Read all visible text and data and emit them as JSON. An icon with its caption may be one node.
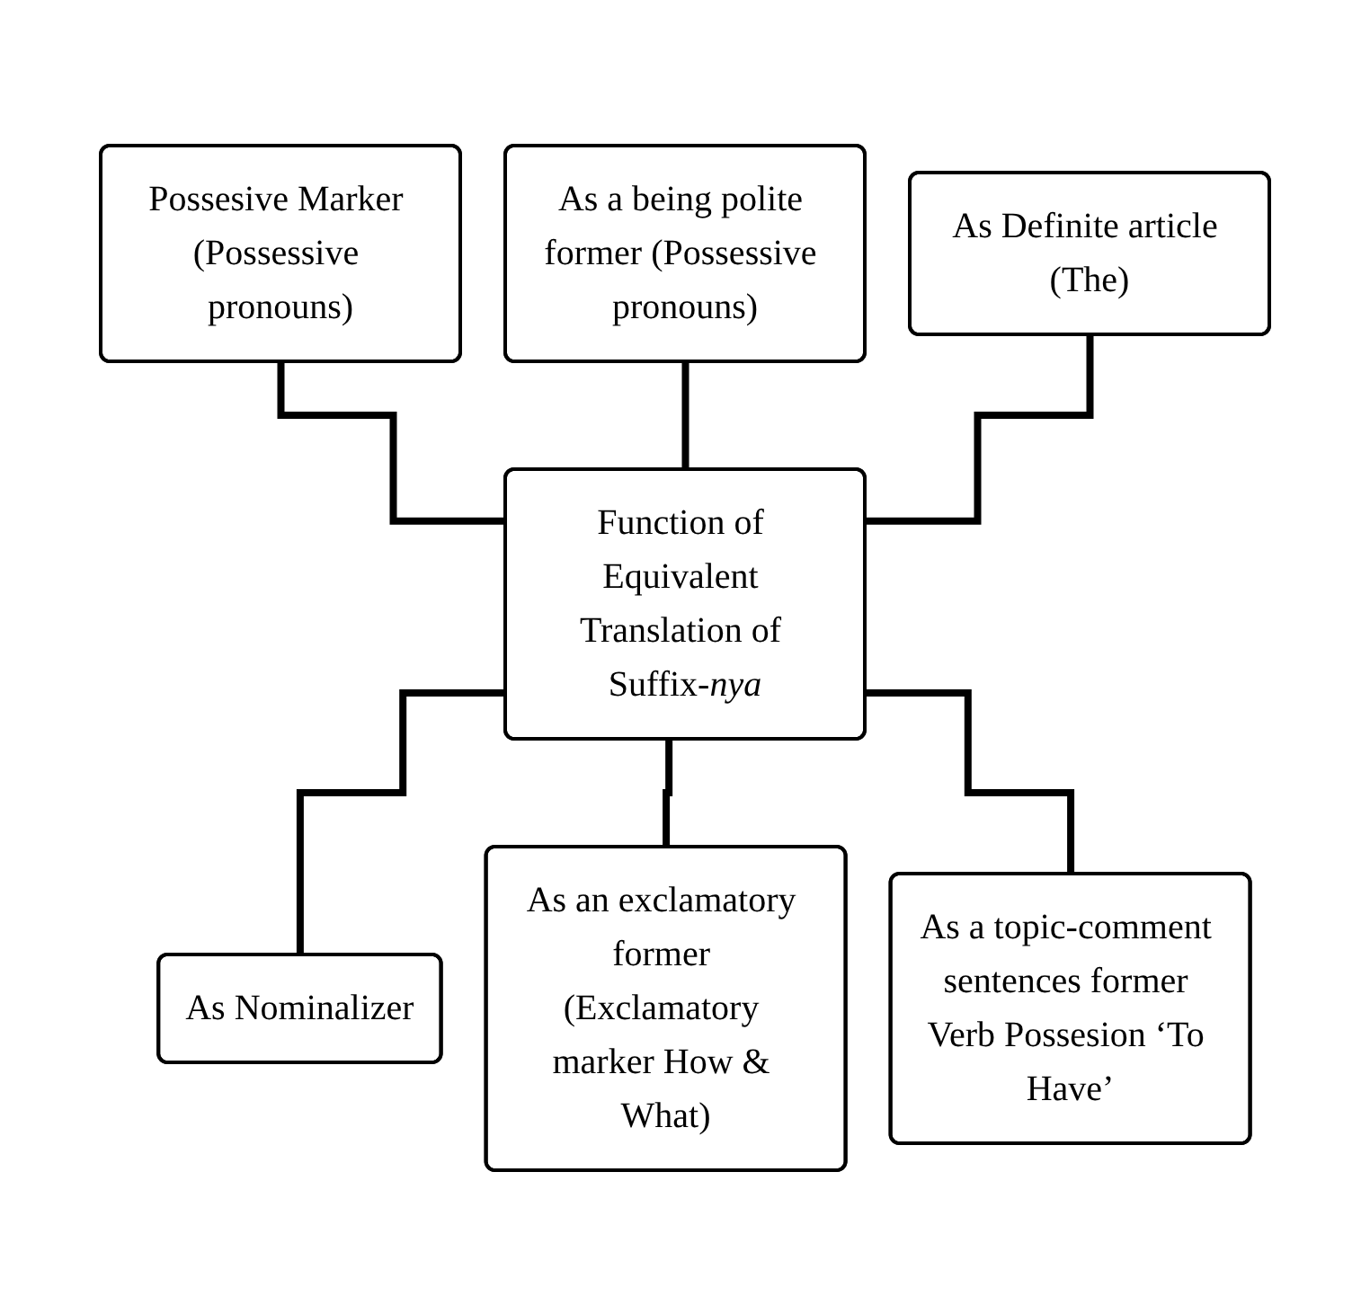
{
  "diagram": {
    "nodes": [
      {
        "text": [
          "Possesive Marker (Possessive pronouns)"
        ]
      },
      {
        "text": [
          "As a being polite former (Possessive pronouns)"
        ]
      },
      {
        "text": [
          "As Definite article (The)"
        ]
      },
      {
        "text": [
          "Function of Equivalent Translation of Suffix-*nya*"
        ]
      },
      {
        "text": [
          "As Nominalizer"
        ]
      },
      {
        "text": [
          "As an exclamatory former (Exclamatory marker How & What)"
        ]
      },
      {
        "text": [
          "As a topic-comment sentences former Verb Possesion ‘To Have’"
        ]
      }
    ],
    "edges": [
      {
        "from": 0,
        "to": 3,
        "arrow": "none"
      },
      {
        "from": 1,
        "to": 3,
        "arrow": "none"
      },
      {
        "from": 2,
        "to": 3,
        "arrow": "none"
      },
      {
        "from": 3,
        "to": 4,
        "arrow": "none"
      },
      {
        "from": 3,
        "to": 5,
        "arrow": "none"
      },
      {
        "from": 3,
        "to": 6,
        "arrow": "none"
      }
    ]
  }
}
